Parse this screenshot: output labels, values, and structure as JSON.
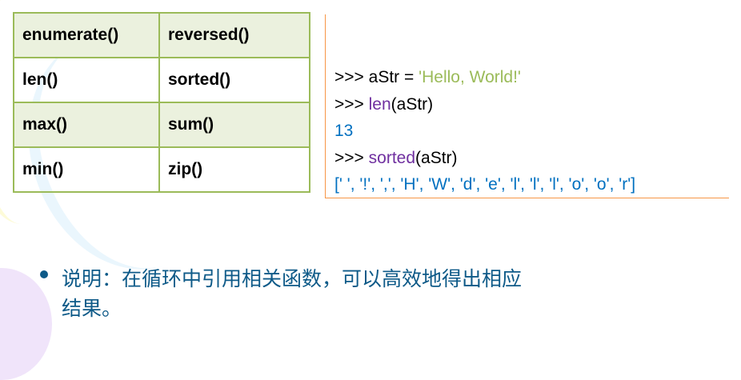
{
  "table": {
    "rows": [
      [
        "enumerate()",
        "reversed()"
      ],
      [
        "len()",
        "sorted()"
      ],
      [
        "max()",
        "sum()"
      ],
      [
        "min()",
        "zip()"
      ]
    ]
  },
  "code": {
    "line1": {
      "prompt": ">>> ",
      "code": "aStr = ",
      "string": "'Hello, World!'"
    },
    "line2": {
      "prompt": ">>> ",
      "func": "len",
      "args": "(aStr)"
    },
    "line3": {
      "output": "13"
    },
    "line4": {
      "prompt": ">>> ",
      "func": "sorted",
      "args": "(aStr)"
    },
    "line5": {
      "output": "[' ', '!', ',', 'H', 'W', 'd', 'e', 'l', 'l', 'l', 'o', 'o', 'r']"
    }
  },
  "note": {
    "line1": "说明：在循环中引用相关函数，可以高效地得出相应",
    "line2": "结果。"
  },
  "colors": {
    "table_border": "#9bbb59",
    "table_shade": "#ebf1de",
    "code_border": "#f79646",
    "string": "#9bbb59",
    "function": "#7030a0",
    "output": "#0070c0",
    "note_text": "#0e5a88"
  }
}
